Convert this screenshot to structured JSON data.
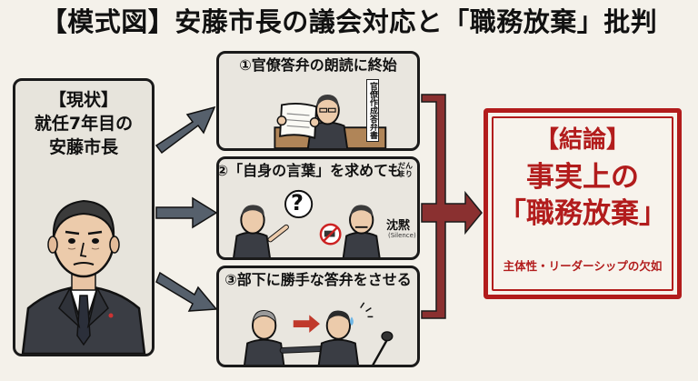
{
  "title": "【模式図】安藤市長の議会対応と「職務放棄」批判",
  "current": {
    "line1": "【現状】",
    "line2": "就任7年目の",
    "line3": "安藤市長"
  },
  "steps": [
    {
      "label": "①官僚答弁の朗読に終始",
      "document_label": "官僚作成答弁書"
    },
    {
      "label": "②「自身の言葉」を求めても",
      "ruby": "だんまり",
      "question_mark": "?",
      "silence": "沈黙",
      "silence_en": "(Silence)"
    },
    {
      "label": "③部下に勝手な答弁をさせる"
    }
  ],
  "result": {
    "heading": "【結論】",
    "line1": "事実上の",
    "line2": "「職務放棄」",
    "sub": "主体性・リーダーシップの欠如"
  },
  "colors": {
    "arrow_blue": "#56606c",
    "arrow_red": "#8a3030",
    "result_red": "#b21c1c"
  }
}
